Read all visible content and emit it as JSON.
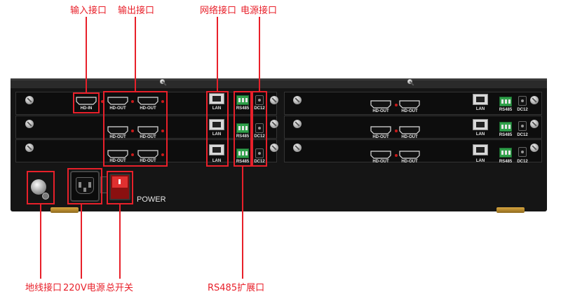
{
  "callouts": {
    "input_port": "输入接口",
    "output_port": "输出接口",
    "network_port": "网络接口",
    "power_port": "电源接口",
    "ground_port": "地线接口",
    "power_220v": "220V电源",
    "main_switch": "总开关",
    "rs485_ext": "RS485扩展口"
  },
  "panel": {
    "power_label": "POWER",
    "port_labels": {
      "hd_in": "HD-IN",
      "hd_out": "HD-OUT",
      "lan": "LAN",
      "rs485": "RS485",
      "dc12": "DC12"
    }
  },
  "colors": {
    "callout_red": "#e8202a",
    "chassis": "#151515",
    "terminal_green": "#2fa04a"
  }
}
